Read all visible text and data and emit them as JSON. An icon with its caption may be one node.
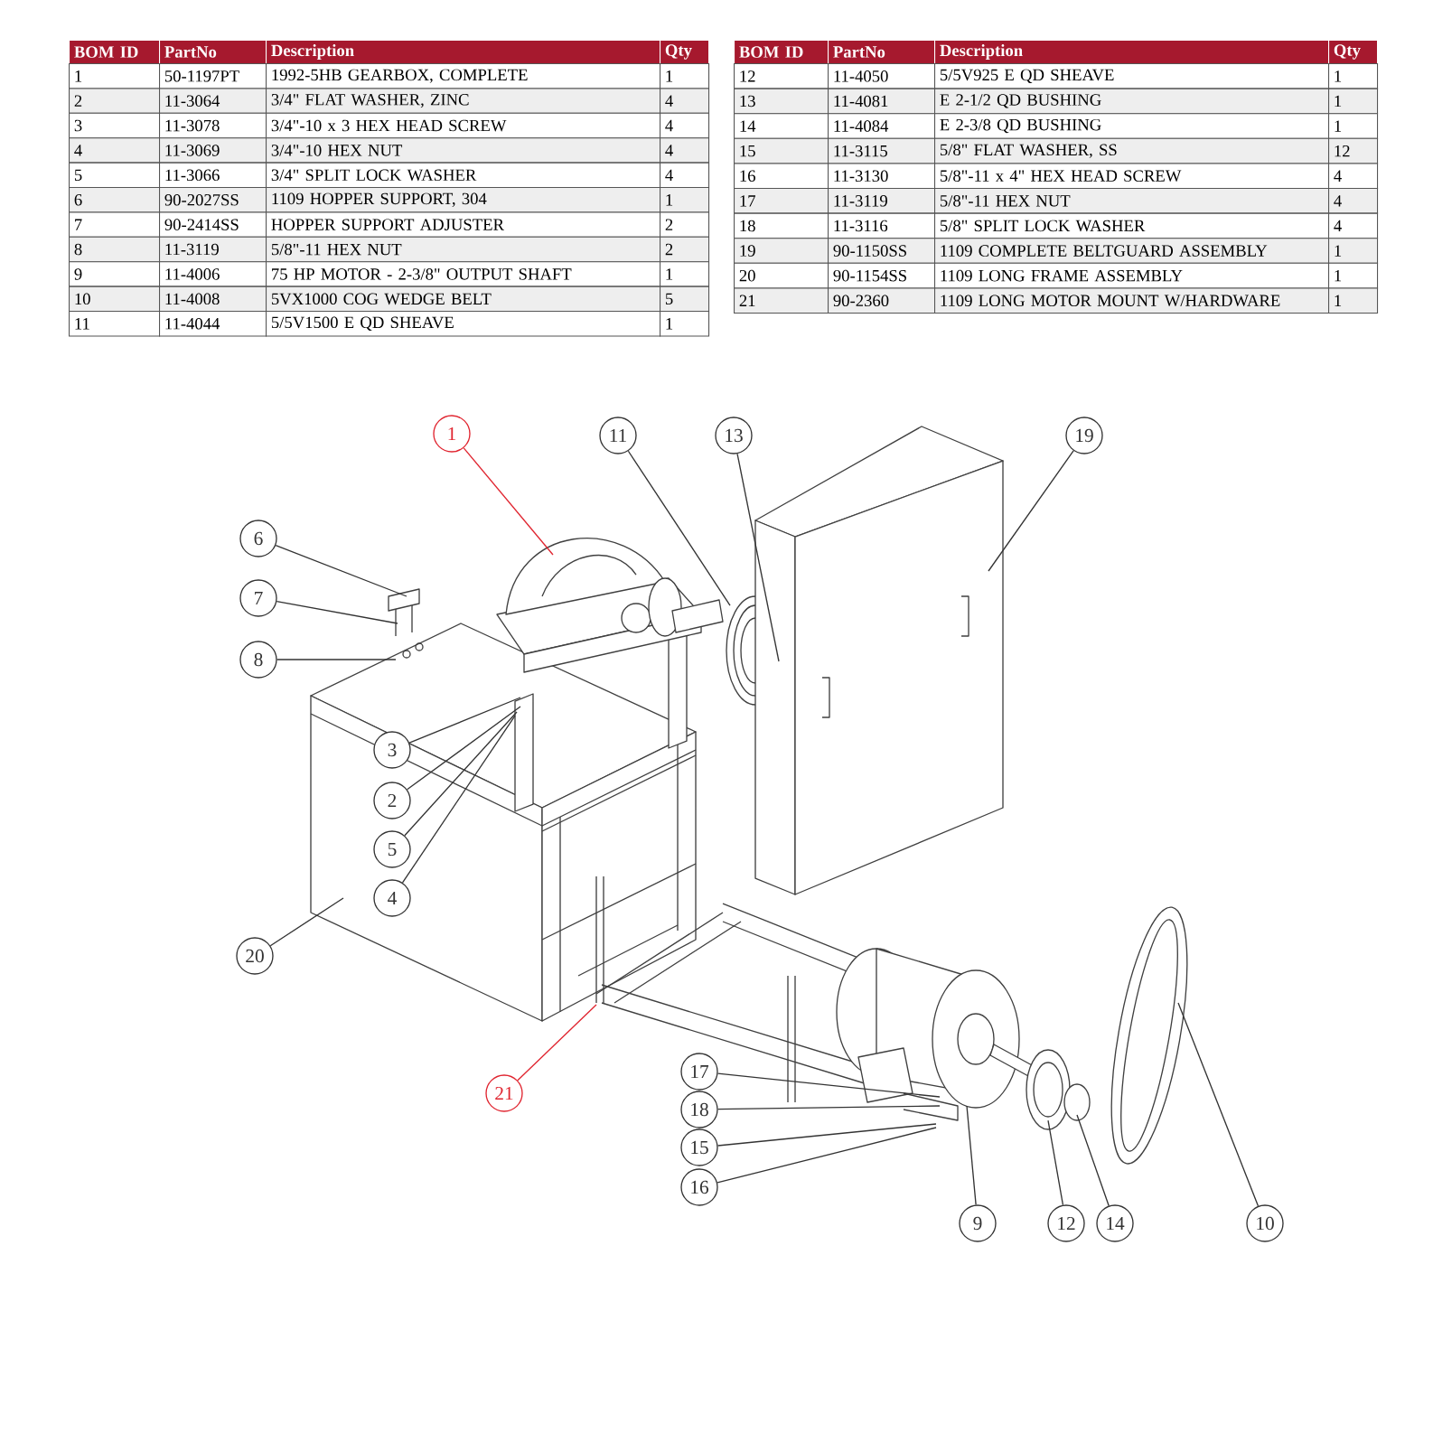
{
  "diagram": {
    "nodes": [
      {
        "text": [
          "1"
        ]
      },
      {
        "text": [
          "11"
        ]
      },
      {
        "text": [
          "13"
        ]
      },
      {
        "text": [
          "19"
        ]
      },
      {
        "text": [
          "6"
        ]
      },
      {
        "text": [
          "7"
        ]
      },
      {
        "text": [
          "8"
        ]
      },
      {
        "text": [
          "3"
        ]
      },
      {
        "text": [
          "2"
        ]
      },
      {
        "text": [
          "5"
        ]
      },
      {
        "text": [
          "4"
        ]
      },
      {
        "text": [
          "20"
        ]
      },
      {
        "text": [
          "17"
        ]
      },
      {
        "text": [
          "21"
        ]
      },
      {
        "text": [
          "18"
        ]
      },
      {
        "text": [
          "15"
        ]
      },
      {
        "text": [
          "16"
        ]
      },
      {
        "text": [
          "9"
        ]
      },
      {
        "text": [
          "12"
        ]
      },
      {
        "text": [
          "14"
        ]
      },
      {
        "text": [
          "10"
        ]
      }
    ],
    "edges": [
      {
        "from": 0,
        "to": null,
        "arrow": "none",
        "color": "#e0242f"
      },
      {
        "from": 1,
        "to": null,
        "arrow": "none"
      },
      {
        "from": 2,
        "to": null,
        "arrow": "none"
      },
      {
        "from": 3,
        "to": null,
        "arrow": "none"
      },
      {
        "from": 4,
        "to": null,
        "arrow": "none"
      },
      {
        "from": 5,
        "to": null,
        "arrow": "none"
      },
      {
        "from": 6,
        "to": null,
        "arrow": "none"
      },
      {
        "from": 7,
        "to": null,
        "arrow": "none"
      },
      {
        "from": 8,
        "to": null,
        "arrow": "none"
      },
      {
        "from": 9,
        "to": null,
        "arrow": "none"
      },
      {
        "from": 10,
        "to": null,
        "arrow": "none"
      },
      {
        "from": 11,
        "to": null,
        "arrow": "none"
      },
      {
        "from": 12,
        "to": null,
        "arrow": "none"
      },
      {
        "from": 13,
        "to": null,
        "arrow": "none",
        "color": "#e0242f"
      },
      {
        "from": 14,
        "to": null,
        "arrow": "none"
      },
      {
        "from": 15,
        "to": null,
        "arrow": "none"
      },
      {
        "from": 16,
        "to": null,
        "arrow": "none"
      },
      {
        "from": 17,
        "to": null,
        "arrow": "none"
      },
      {
        "from": 18,
        "to": null,
        "arrow": "none"
      },
      {
        "from": 19,
        "to": null,
        "arrow": "none"
      },
      {
        "from": 20,
        "to": null,
        "arrow": "none"
      }
    ],
    "labels": [
      "BOM ID",
      "PartNo",
      "Description",
      "Qty",
      "1",
      "50-1197PT",
      "1992-5HB GEARBOX, COMPLETE",
      "1",
      "2",
      "11-3064",
      "3/4\" FLAT WASHER, ZINC",
      "4",
      "3",
      "11-3078",
      "3/4\"-10 x 3 HEX HEAD SCREW",
      "4",
      "4",
      "11-3069",
      "3/4\"-10 HEX NUT",
      "4",
      "5",
      "11-3066",
      "3/4\" SPLIT LOCK WASHER",
      "4",
      "6",
      "90-2027SS",
      "1109 HOPPER SUPPORT, 304",
      "1",
      "7",
      "90-2414SS",
      "HOPPER SUPPORT ADJUSTER",
      "2",
      "8",
      "11-3119",
      "5/8\"-11 HEX NUT",
      "2",
      "9",
      "11-4006",
      "75 HP MOTOR - 2-3/8\" OUTPUT SHAFT",
      "1",
      "10",
      "11-4008",
      "5VX1000 COG WEDGE BELT",
      "5",
      "11",
      "11-4044",
      "5/5V1500 E QD SHEAVE",
      "1",
      "BOM ID",
      "PartNo",
      "Description",
      "Qty",
      "12",
      "11-4050",
      "5/5V925 E QD SHEAVE",
      "1",
      "13",
      "11-4081",
      "E 2-1/2 QD BUSHING",
      "1",
      "14",
      "11-4084",
      "E 2-3/8 QD BUSHING",
      "1",
      "15",
      "11-3115",
      "5/8\" FLAT WASHER, SS",
      "12",
      "16",
      "11-3130",
      "5/8\"-11 x 4\" HEX HEAD SCREW",
      "4",
      "17",
      "11-3119",
      "5/8\"-11 HEX NUT",
      "4",
      "18",
      "11-3116",
      "5/8\" SPLIT LOCK WASHER",
      "4",
      "19",
      "90-1150SS",
      "1109 COMPLETE BELTGUARD ASSEMBLY",
      "1",
      "20",
      "90-1154SS",
      "1109 LONG FRAME ASSEMBLY",
      "1",
      "21",
      "90-2360",
      "1109 LONG MOTOR MOUNT W/HARDWARE",
      "1"
    ]
  }
}
